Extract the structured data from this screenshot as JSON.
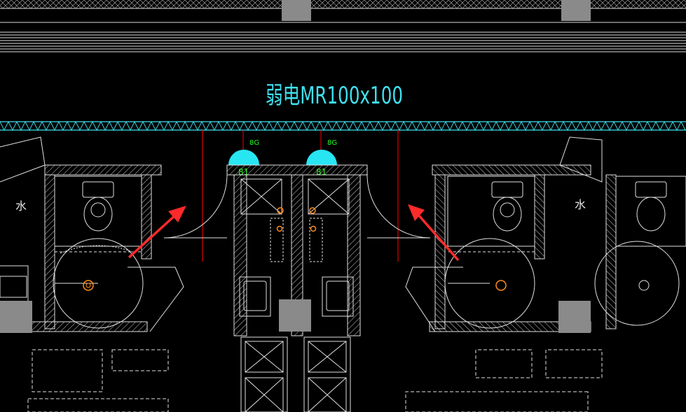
{
  "drawing": {
    "tray_label": "弱电MR100x100",
    "device_tag_top": "8G",
    "device_tag_bottom": "81"
  },
  "colors": {
    "background": "#000000",
    "cyan": "#3fe0ee",
    "green": "#20ff20",
    "red_line": "#d00000",
    "arrow": "#ff2a2a",
    "orange": "#ff8a1a",
    "wall_gray": "#8a8a8a",
    "white": "#e6e6e6"
  }
}
